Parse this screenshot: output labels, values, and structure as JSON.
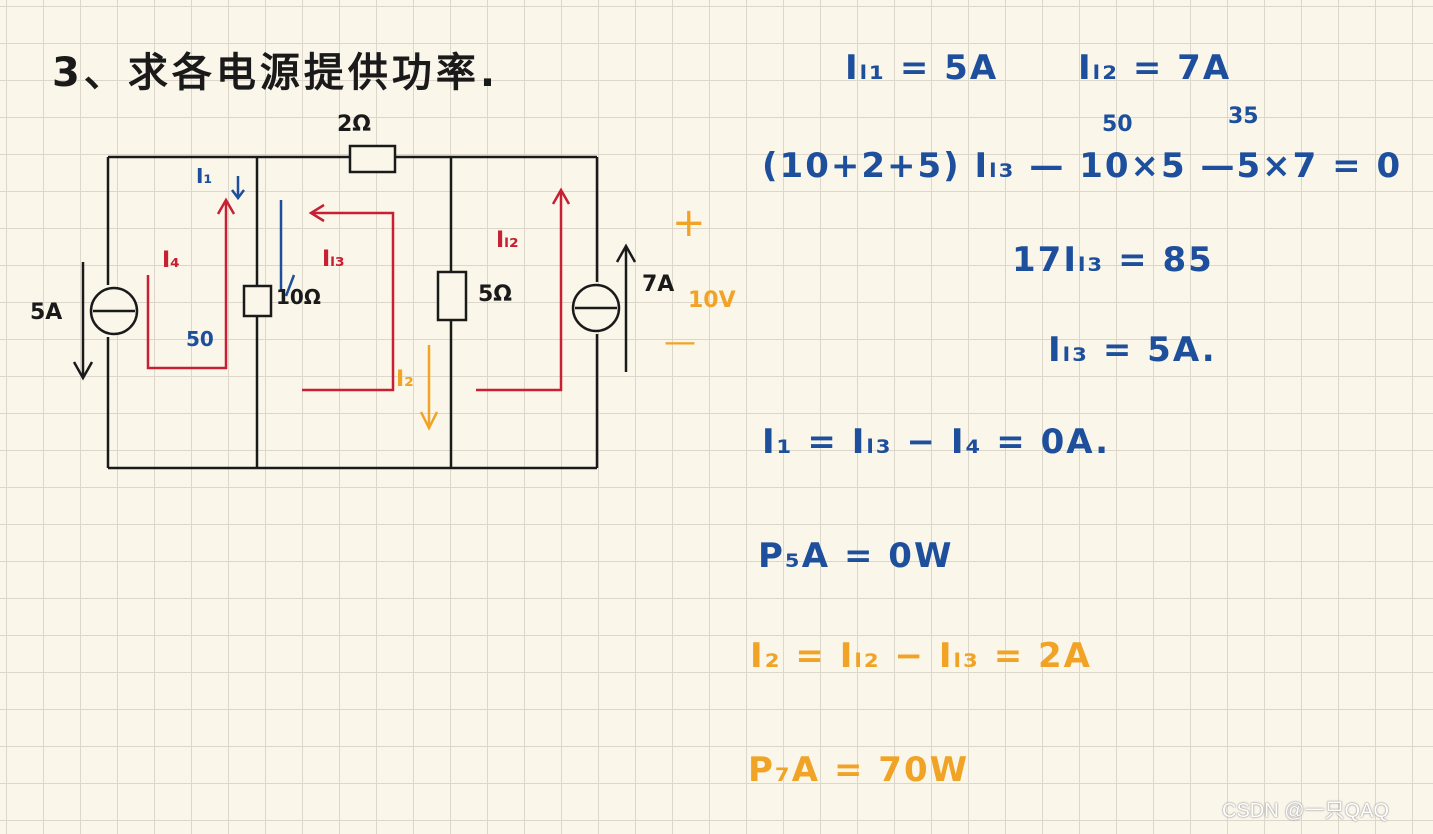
{
  "title": "3、求各电源提供功率.",
  "circuit": {
    "resistor_top": "2Ω",
    "resistor_mid_left": "10Ω",
    "resistor_mid_right": "5Ω",
    "source_left_label": "5A",
    "source_right_label": "7A",
    "voltage_label": "10V",
    "plus_sign": "+",
    "minus_sign": "—",
    "current_I1": "I₁",
    "current_I4": "I₄",
    "current_Il3": "Iₗ₃",
    "current_Il2": "Iₗ₂",
    "current_I2": "I₂",
    "voltage_50": "50"
  },
  "solution": {
    "line1_a": "Iₗ₁ = 5A",
    "line1_b": "Iₗ₂ = 7A",
    "annot_50": "50",
    "annot_35": "35",
    "line2": "(10+2+5) Iₗ₃ — 10×5 —5×7 = 0",
    "line3": "17Iₗ₃ = 85",
    "line4": "Iₗ₃ = 5A.",
    "line5": "I₁ = Iₗ₃ − I₄ = 0A.",
    "line6": "P₅A = 0W",
    "line7": "I₂ = Iₗ₂ − Iₗ₃  = 2A",
    "line8": "P₇A = 70W"
  },
  "watermark": "CSDN @一只QAQ"
}
